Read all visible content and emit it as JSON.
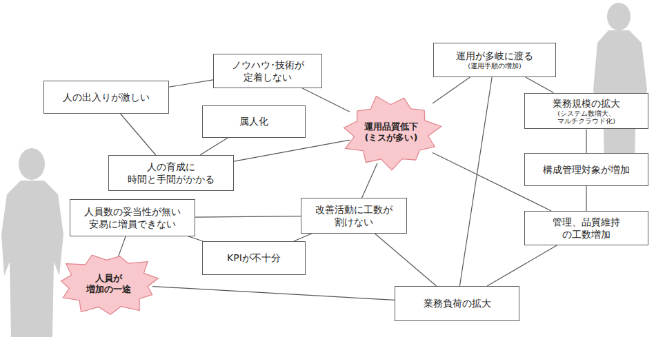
{
  "diagram": {
    "nodes": [
      {
        "text": [
          "人の出入りが激しい"
        ]
      },
      {
        "text": [
          "ノウハウ･技術が 定着しない"
        ]
      },
      {
        "text": [
          "属人化"
        ]
      },
      {
        "text": [
          "人の育成に 時間と手間がかかる"
        ]
      },
      {
        "text": [
          "人員数の妥当性が無い 安易に増員できない"
        ]
      },
      {
        "text": [
          "改善活動に工数が 割けない"
        ]
      },
      {
        "text": [
          "KPIが不十分"
        ]
      },
      {
        "text": [
          "人員が 増加の一途"
        ]
      },
      {
        "text": [
          "業務負荷の拡大"
        ]
      },
      {
        "text": [
          "運用品質低下 (ミスが多い)"
        ]
      },
      {
        "text": [
          "運用が多岐に渡る",
          "(運用手順の増加)"
        ]
      },
      {
        "text": [
          "業務規模の拡大",
          "(システム数増大、マルチクラウド化)"
        ]
      },
      {
        "text": [
          "構成管理対象が増加"
        ]
      },
      {
        "text": [
          "管理、品質維持 の工数増加"
        ]
      }
    ],
    "edges": [
      {
        "from": 0,
        "to": 1,
        "arrow": "none"
      },
      {
        "from": 0,
        "to": 3,
        "arrow": "none"
      },
      {
        "from": 2,
        "to": 3,
        "arrow": "none"
      },
      {
        "from": 1,
        "to": 9,
        "arrow": "none"
      },
      {
        "from": 3,
        "to": 9,
        "arrow": "none"
      },
      {
        "from": 9,
        "to": 10,
        "arrow": "none"
      },
      {
        "from": 9,
        "to": 13,
        "arrow": "none"
      },
      {
        "from": 9,
        "to": 5,
        "arrow": "none"
      },
      {
        "from": 10,
        "to": 11,
        "arrow": "none"
      },
      {
        "from": 11,
        "to": 12,
        "arrow": "none"
      },
      {
        "from": 12,
        "to": 13,
        "arrow": "none"
      },
      {
        "from": 10,
        "to": 8,
        "arrow": "none"
      },
      {
        "from": 13,
        "to": 8,
        "arrow": "none"
      },
      {
        "from": 5,
        "to": 8,
        "arrow": "none"
      },
      {
        "from": 4,
        "to": 5,
        "arrow": "none"
      },
      {
        "from": 4,
        "to": 6,
        "arrow": "none"
      },
      {
        "from": 5,
        "to": 6,
        "arrow": "none"
      },
      {
        "from": 4,
        "to": 7,
        "arrow": "none"
      },
      {
        "from": 7,
        "to": 8,
        "arrow": "none"
      }
    ]
  }
}
